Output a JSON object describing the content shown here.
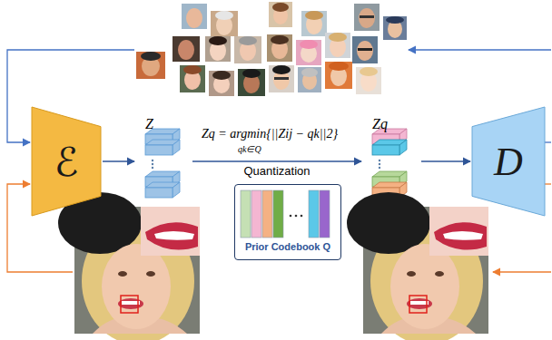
{
  "diagram": {
    "nodes": [
      {
        "text": [
          "ℰ"
        ]
      },
      {
        "text": [
          "Z"
        ]
      },
      {
        "text": [
          "Prior Codebook Q"
        ]
      },
      {
        "text": [
          "Zq"
        ]
      },
      {
        "text": [
          "D"
        ]
      }
    ],
    "edges": [
      {
        "from": 0,
        "to": 1,
        "arrow": "to"
      },
      {
        "from": 1,
        "to": 3,
        "label": "Quantization",
        "arrow": "to"
      },
      {
        "from": 3,
        "to": 4,
        "arrow": "to"
      }
    ],
    "labels": [
      "Zq = argmin{||Zij − qk||2}",
      "qk∈Q"
    ]
  }
}
